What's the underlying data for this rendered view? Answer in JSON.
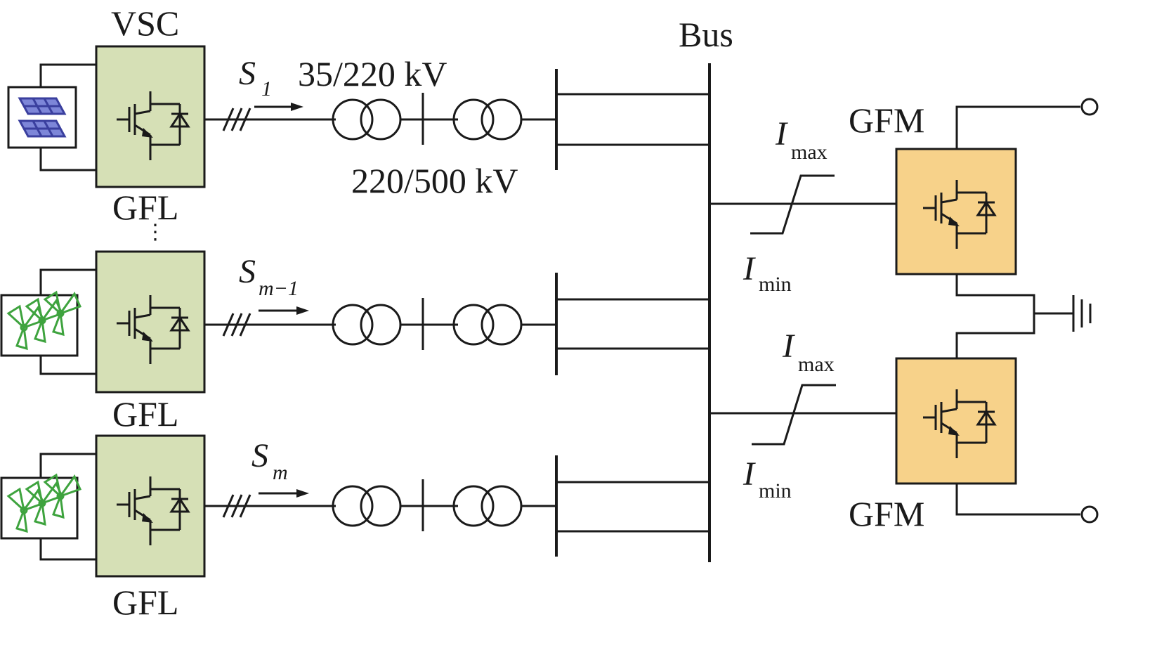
{
  "labels": {
    "vsc": "VSC",
    "gfl": "GFL",
    "gfm": "GFM",
    "bus": "Bus",
    "transformer_top": "35/220 kV",
    "transformer_bottom": "220/500 kV",
    "ellipsis": "⋮"
  },
  "streams": [
    {
      "symbol": "S",
      "subscript": "1"
    },
    {
      "symbol": "S",
      "subscript": "m−1"
    },
    {
      "symbol": "S",
      "subscript": "m"
    }
  ],
  "limiter": {
    "symbol": "I",
    "max": "max",
    "min": "min"
  },
  "colors": {
    "vsc_fill": "#d6e0b6",
    "gfm_fill": "#f7d28a",
    "solar_panel": "#3a3f9e",
    "wind_turbine": "#3ea33e",
    "line": "#1a1a1a"
  },
  "sources": [
    "solar-panel-icon",
    "wind-turbine-icon",
    "wind-turbine-icon"
  ]
}
